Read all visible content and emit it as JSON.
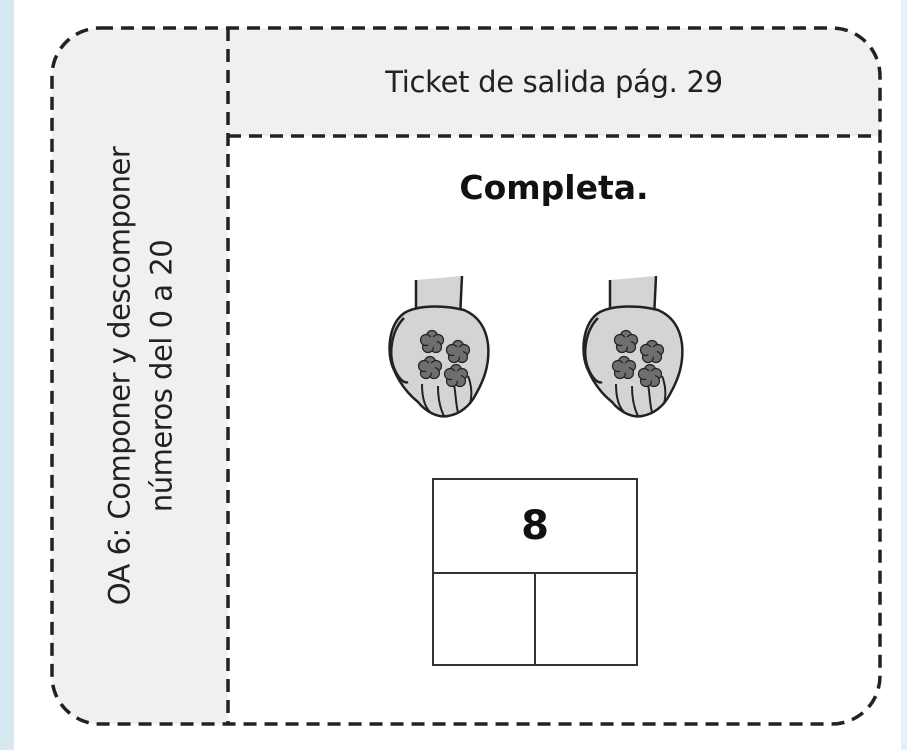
{
  "side_label": {
    "line1": "OA 6: Componer y descomponer",
    "line2": "números del 0 a 20"
  },
  "header": {
    "title": "Ticket de salida pág. 29"
  },
  "content": {
    "instruction": "Completa.",
    "illustration": "two-hands-holding-flowers-icon",
    "number_bond": {
      "total": "8",
      "part_left": "",
      "part_right": ""
    }
  },
  "colors": {
    "sidebar_bg": "#f0f0f0",
    "header_bg": "#f0f0f0",
    "border": "#222222",
    "hand_fill": "#d4d4d4",
    "flower_fill": "#6f6f6f"
  }
}
